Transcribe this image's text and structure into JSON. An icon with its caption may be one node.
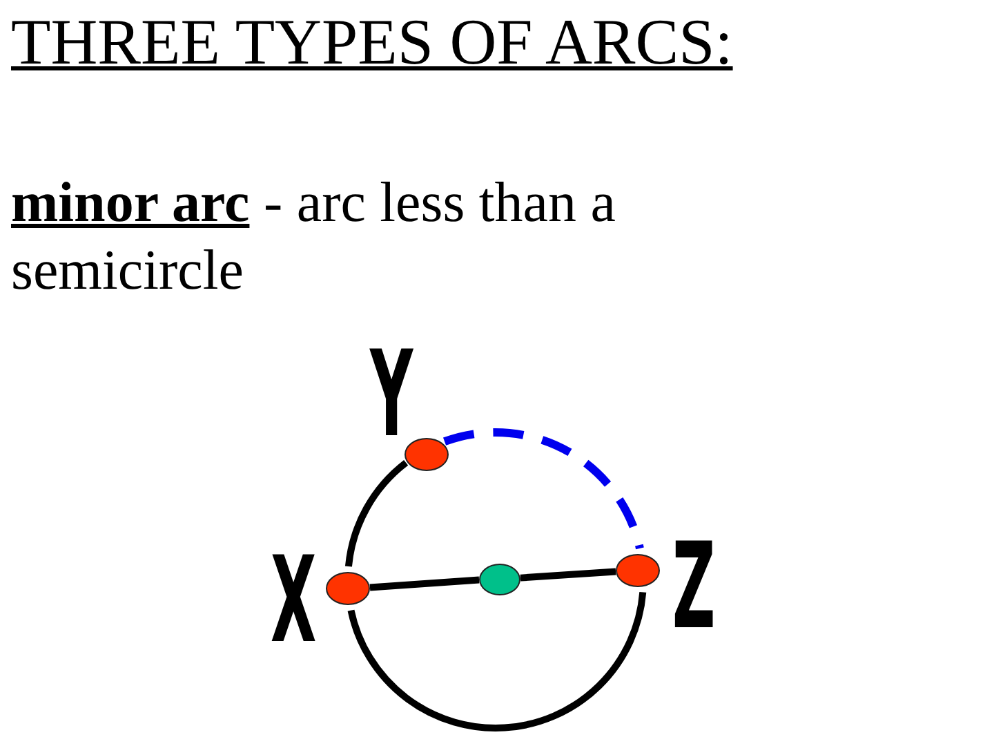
{
  "diagram": {
    "title": "THREE TYPES OF ARCS:",
    "nodes": [
      {
        "text": [],
        "shape": "circle",
        "beside": [
          "Y"
        ]
      },
      {
        "text": [],
        "shape": "circle",
        "beside": [
          "X"
        ]
      },
      {
        "text": [],
        "shape": "circle"
      },
      {
        "text": [],
        "shape": "circle",
        "beside": [
          "Z"
        ]
      }
    ],
    "edges": [
      {
        "from": 0,
        "to": 3,
        "arrow": "none",
        "style": "dashed",
        "color": "#0000ee"
      },
      {
        "from": 0,
        "to": 1,
        "arrow": "none"
      },
      {
        "from": 1,
        "to": 3,
        "arrow": "none"
      },
      {
        "from": 1,
        "to": 2,
        "arrow": "none"
      },
      {
        "from": 2,
        "to": 3,
        "arrow": "none"
      }
    ],
    "labels": [
      "**minor arc** - arc less than a semicircle"
    ]
  }
}
